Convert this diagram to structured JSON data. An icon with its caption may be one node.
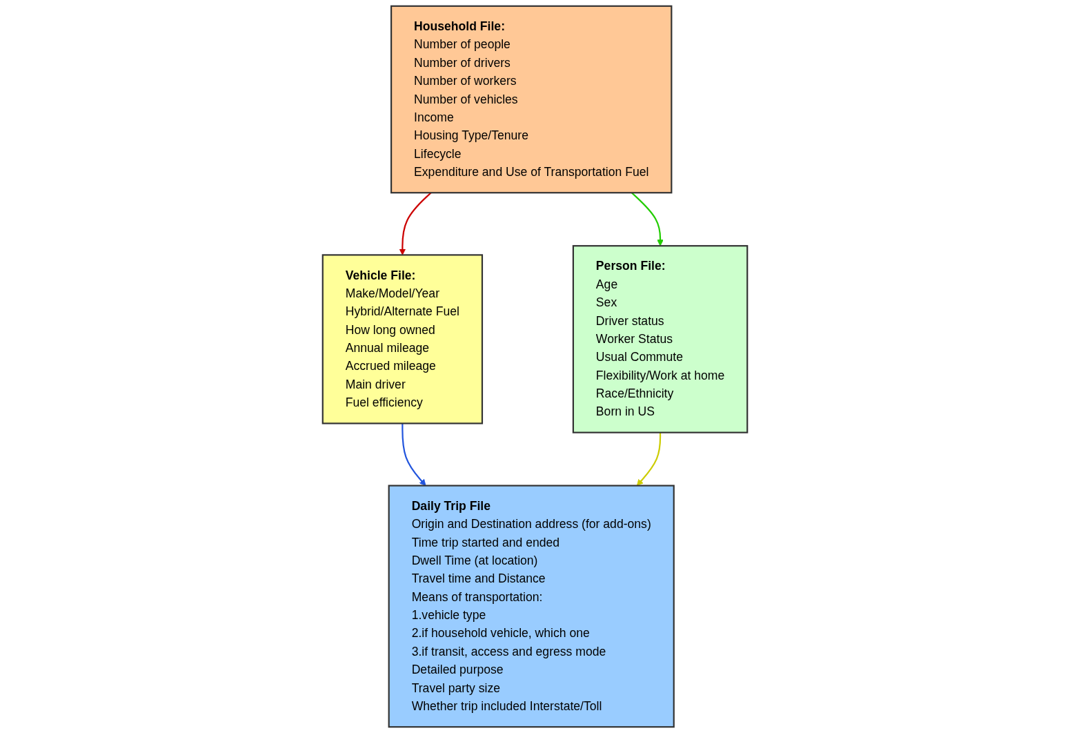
{
  "diagram": {
    "nodes": [
      {
        "text": [
          "Household File:",
          "Number of people",
          "Number of drivers",
          "Number of workers",
          "Number of vehicles",
          "Income",
          "Housing Type/Tenure",
          "Lifecycle",
          "Expenditure and Use of Transportation Fuel"
        ]
      },
      {
        "text": [
          "Vehicle File:",
          "Make/Model/Year",
          "Hybrid/Alternate Fuel",
          "How long owned",
          "Annual mileage",
          "Accrued mileage",
          "Main driver",
          "Fuel efficiency"
        ]
      },
      {
        "text": [
          "Person File:",
          "Age",
          "Sex",
          "Driver status",
          "Worker Status",
          "Usual Commute",
          "Flexibility/Work at home",
          "Race/Ethnicity",
          "Born in US"
        ]
      },
      {
        "text": [
          "Daily Trip File",
          "Origin and Destination address (for add-ons)",
          "Time trip started and ended",
          "Dwell Time (at location)",
          "Travel time and Distance",
          "Means of transportation:",
          "1.vehicle type",
          "2.if household vehicle, which one",
          "3.if transit, access and egress mode",
          "Detailed purpose",
          "Travel party size",
          "Whether trip included Interstate/Toll"
        ]
      }
    ],
    "edges": [
      {
        "from": 0,
        "to": 1,
        "arrow": "to",
        "color": "#cc0000"
      },
      {
        "from": 0,
        "to": 2,
        "arrow": "to",
        "color": "#22cc00"
      },
      {
        "from": 1,
        "to": 3,
        "arrow": "to",
        "color": "#2255dd"
      },
      {
        "from": 2,
        "to": 3,
        "arrow": "to",
        "color": "#cccc00"
      }
    ]
  }
}
